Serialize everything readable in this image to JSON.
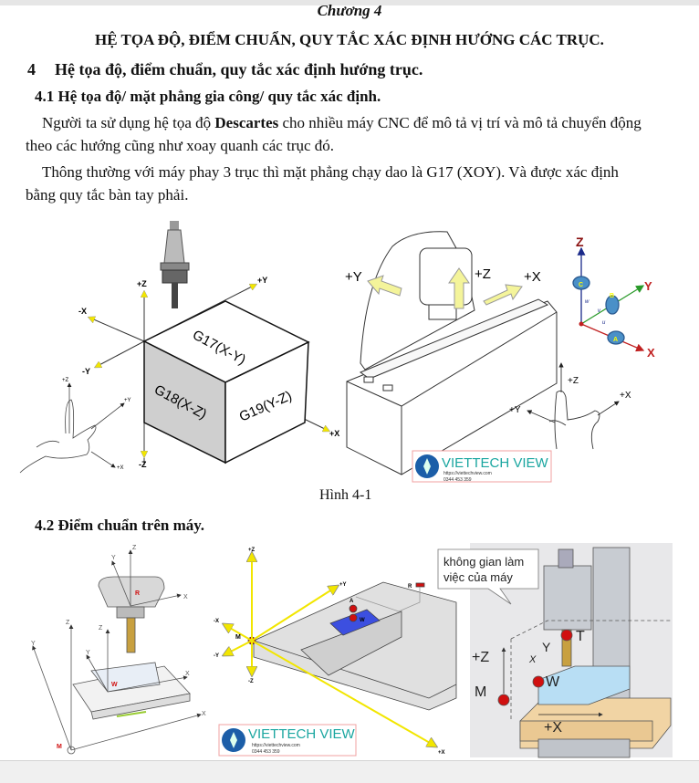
{
  "document": {
    "chapter": "Chương 4",
    "title": "HỆ TỌA ĐỘ, ĐIỂM CHUẨN, QUY TẮC XÁC ĐỊNH HƯỚNG CÁC TRỤC.",
    "section": {
      "number": "4",
      "title": "Hệ tọa độ, điểm chuẩn, quy tắc xác định hướng trục."
    },
    "subsection_1": {
      "title": "4.1  Hệ tọa độ/ mặt phẳng gia công/ quy tắc xác định."
    },
    "paragraph_1": {
      "before": "Người ta sử dụng hệ tọa độ ",
      "bold": "Descartes",
      "after": " cho nhiều máy CNC để mô tả vị trí  và mô tả chuyển động",
      "line2": "theo các hướng cũng như xoay quanh các trục đó."
    },
    "paragraph_2": {
      "line1": "Thông thường với máy phay 3 trục thì mặt phẳng chạy dao là G17 (XOY). Và được xác định",
      "line2": "bằng quy tắc bàn tay phải."
    },
    "figure_1": {
      "caption": "Hình 4-1",
      "cube": {
        "axes": [
          "+Z",
          "+Y",
          "-X",
          "-Y",
          "-Z",
          "+X"
        ],
        "faces": [
          "G17(X-Y)",
          "G18(X-Z)",
          "G19(Y-Z)"
        ]
      },
      "hand_left": {
        "axes": [
          "+Z",
          "+Y",
          "+X"
        ]
      },
      "machine": {
        "axes": [
          "+Y",
          "+Z",
          "+X"
        ]
      },
      "rotation_axes": {
        "axes": [
          "Z",
          "Y",
          "X"
        ],
        "rotations": [
          "C",
          "B",
          "A"
        ],
        "sub": [
          "w",
          "v",
          "u"
        ]
      },
      "hand_right": {
        "axes": [
          "+Z",
          "+X",
          "+Y"
        ]
      }
    },
    "subsection_2": {
      "title": "4.2  Điểm chuẩn trên máy."
    },
    "figure_2": {
      "left": {
        "labels": [
          "Z",
          "Y",
          "X",
          "R",
          "Z",
          "Y",
          "Z",
          "Y",
          "X",
          "W",
          "X",
          "M"
        ]
      },
      "middle": {
        "axes": [
          "+Z",
          "+Y",
          "-X",
          "-Y",
          "-Z",
          "+X"
        ],
        "points": [
          "M",
          "A",
          "W",
          "R"
        ]
      },
      "right": {
        "callout_line1": "không gian làm",
        "callout_line2": "việc của máy",
        "labels": [
          "+Z",
          "Y",
          "X",
          "T",
          "W",
          "M",
          "+X"
        ]
      }
    },
    "watermark": {
      "brand": "VIETTECH VIEW",
      "url": "https://viettechview.com",
      "phone": "0344 453 359"
    },
    "colors": {
      "axis_arrow": "#f2e600",
      "point_red": "#d01010",
      "brand_teal": "#1aa6a0",
      "face_gray": "#cfcfcf",
      "workpiece_blue": "#3c4fe0"
    }
  }
}
